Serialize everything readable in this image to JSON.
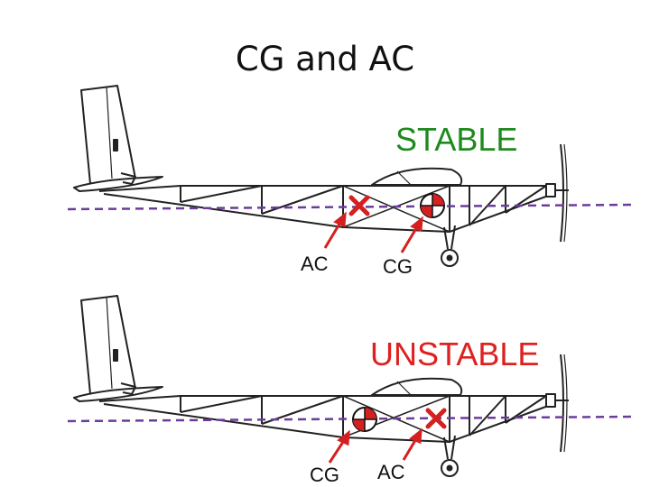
{
  "slide": {
    "title": "CG and AC"
  },
  "panels": [
    {
      "state_label": "STABLE",
      "left_label": "AC",
      "right_label": "CG"
    },
    {
      "state_label": "UNSTABLE",
      "left_label": "CG",
      "right_label": "AC"
    }
  ],
  "colors": {
    "stable": "#1e8a1e",
    "unstable": "#e01f1f",
    "axis_line": "#6a3d9a",
    "arrow": "#d42020"
  },
  "icons": {
    "cg_symbol": "checkered-circle",
    "ac_symbol": "x-mark"
  }
}
